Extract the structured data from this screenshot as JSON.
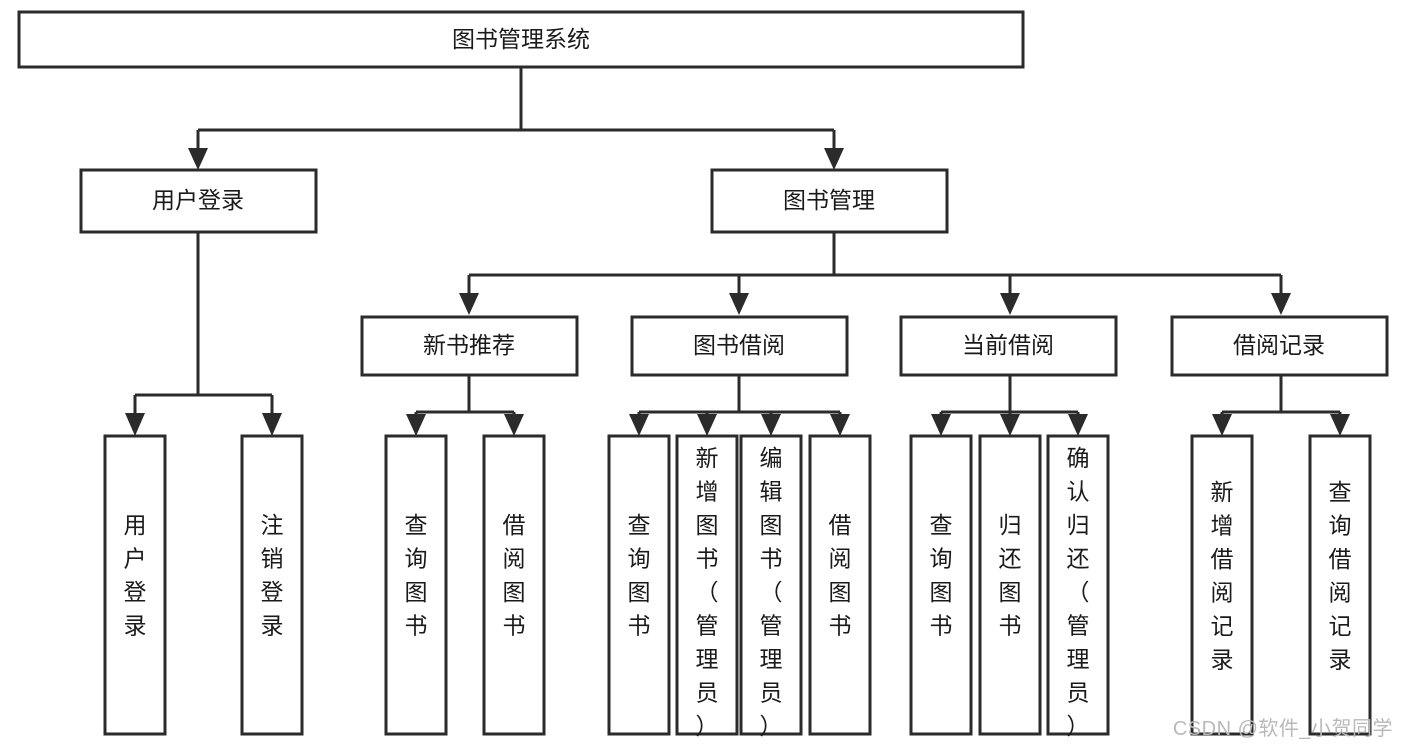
{
  "diagram": {
    "title": "图书管理系统",
    "type": "tree-hierarchy-diagram",
    "orientation": "top-down",
    "root": {
      "label": "图书管理系统",
      "id": "root"
    },
    "level2": [
      {
        "id": "user-login",
        "label": "用户登录"
      },
      {
        "id": "book-management",
        "label": "图书管理"
      }
    ],
    "level3": [
      {
        "id": "new-book-recommend",
        "label": "新书推荐",
        "parent": "book-management"
      },
      {
        "id": "book-borrow",
        "label": "图书借阅",
        "parent": "book-management"
      },
      {
        "id": "current-borrow",
        "label": "当前借阅",
        "parent": "book-management"
      },
      {
        "id": "borrow-record",
        "label": "借阅记录",
        "parent": "book-management"
      }
    ],
    "leaves": {
      "user_login": [
        {
          "id": "leaf-user-login",
          "label": "用户登录"
        },
        {
          "id": "leaf-user-logout",
          "label": "注销登录"
        }
      ],
      "new_book_recommend": [
        {
          "id": "leaf-query-book-1",
          "label": "查询图书"
        },
        {
          "id": "leaf-borrow-book-1",
          "label": "借阅图书"
        }
      ],
      "book_borrow": [
        {
          "id": "leaf-query-book-2",
          "label": "查询图书"
        },
        {
          "id": "leaf-add-book",
          "label": "新增图书（管理员）"
        },
        {
          "id": "leaf-edit-book",
          "label": "编辑图书（管理员）"
        },
        {
          "id": "leaf-borrow-book-2",
          "label": "借阅图书"
        }
      ],
      "current_borrow": [
        {
          "id": "leaf-query-book-3",
          "label": "查询图书"
        },
        {
          "id": "leaf-return-book",
          "label": "归还图书"
        },
        {
          "id": "leaf-confirm-return",
          "label": "确认归还（管理员）"
        }
      ],
      "borrow_record": [
        {
          "id": "leaf-add-record",
          "label": "新增借阅记录"
        },
        {
          "id": "leaf-query-record",
          "label": "查询借阅记录"
        }
      ]
    },
    "colors": {
      "stroke": "#2b2b2b",
      "fill": "#ffffff",
      "text": "#1a1a1a",
      "watermark": "#b9b9b9"
    }
  },
  "watermark": {
    "text": "CSDN @软件_小贺同学"
  }
}
